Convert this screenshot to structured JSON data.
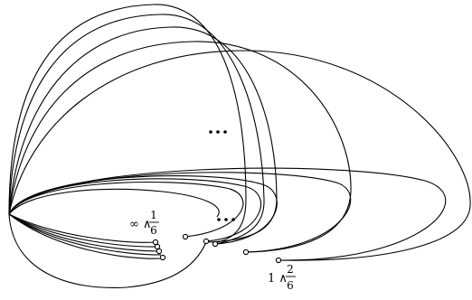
{
  "colors": {
    "stroke": "#000000",
    "background": "#ffffff",
    "endpoint_fill": "#ffffff"
  },
  "labels": {
    "inner": {
      "prefix": "∞ ∧",
      "numerator": "1",
      "denominator": "6"
    },
    "outer": {
      "prefix": "1 ∧",
      "numerator": "2",
      "denominator": "6"
    }
  },
  "ellipsis": {
    "upper": "···",
    "lower": "···"
  }
}
